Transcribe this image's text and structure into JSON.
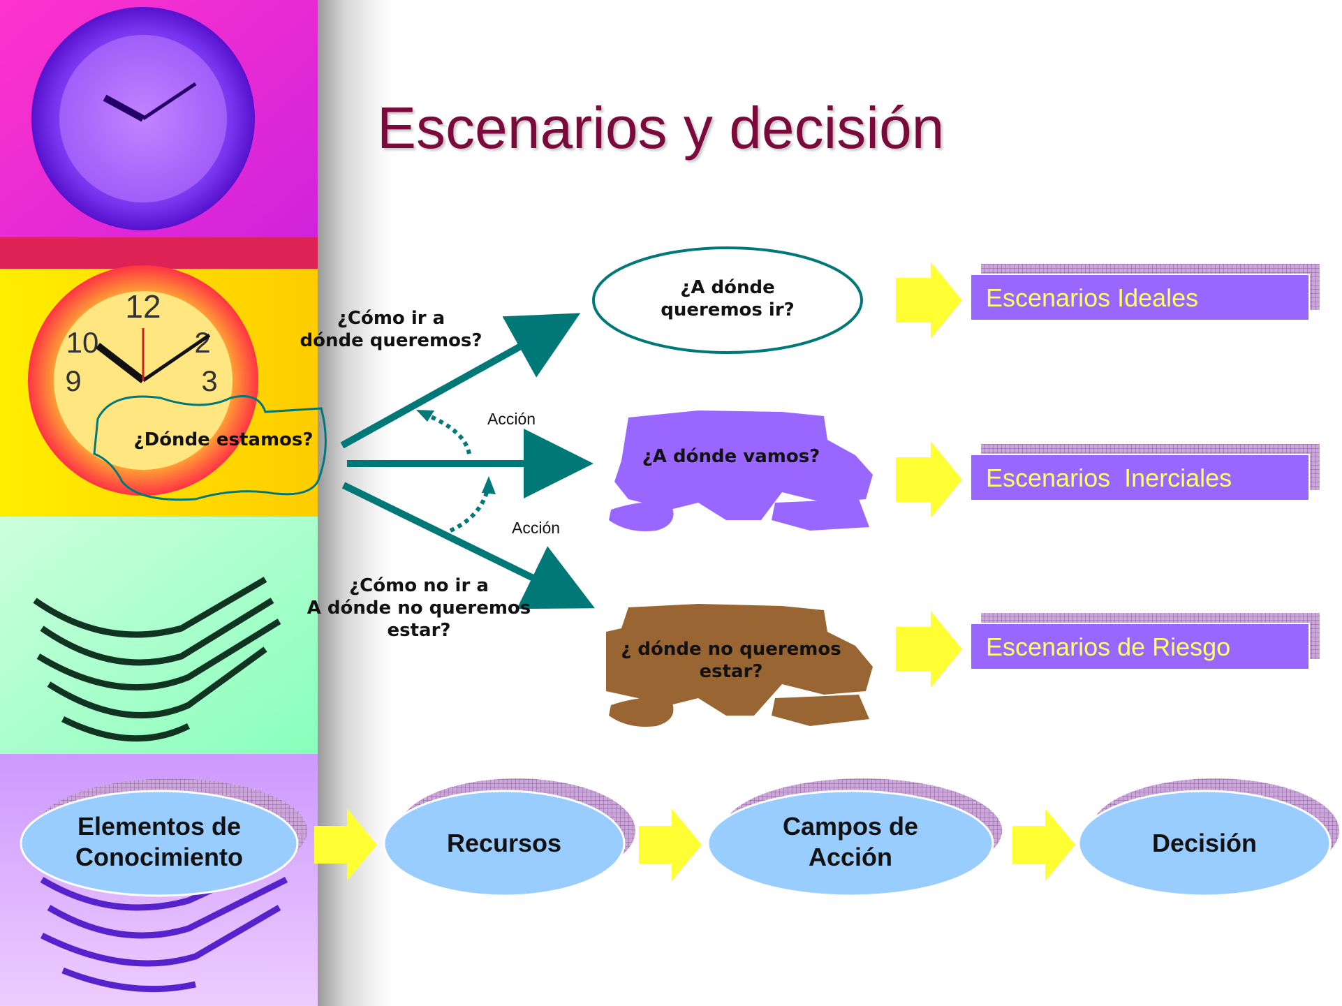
{
  "title": "Escenarios y decisión",
  "center_question": "¿Dónde estamos?",
  "branch_labels": {
    "upper": [
      "¿Cómo ir a",
      "dónde queremos?"
    ],
    "lower": [
      "¿Cómo no ir a",
      "A dónde no queremos",
      "estar?"
    ]
  },
  "action_labels": [
    "Acción",
    "Acción"
  ],
  "targets": [
    {
      "lines": [
        "¿A dónde",
        "queremos ir?"
      ],
      "fill": "#ffffff",
      "shape": "ellipse"
    },
    {
      "lines": [
        "¿A dónde vamos?"
      ],
      "fill": "#9966ff",
      "shape": "blob"
    },
    {
      "lines": [
        "¿ dónde no queremos",
        "estar?"
      ],
      "fill": "#996633",
      "shape": "blob"
    }
  ],
  "scenarios": [
    {
      "label": "Escenarios Ideales"
    },
    {
      "label": "Escenarios  Inerciales"
    },
    {
      "label": "Escenarios de Riesgo"
    }
  ],
  "process_steps": [
    {
      "lines": [
        "Elementos de",
        "Conocimiento"
      ]
    },
    {
      "lines": [
        "Recursos"
      ]
    },
    {
      "lines": [
        "Campos de",
        "Acción"
      ]
    },
    {
      "lines": [
        "Decisión"
      ]
    }
  ],
  "colors": {
    "title": "#7b0a3c",
    "arrow_teal": "#007878",
    "scenario_box": "#9966ff",
    "scenario_text": "#ffff66",
    "block_arrow": "#ffff33",
    "pill_fill": "#99ccff",
    "pill_shadow": "#996699"
  },
  "icons": [
    "clock-icon",
    "clock-icon",
    "stack-of-papers-icon",
    "stack-of-papers-icon"
  ]
}
